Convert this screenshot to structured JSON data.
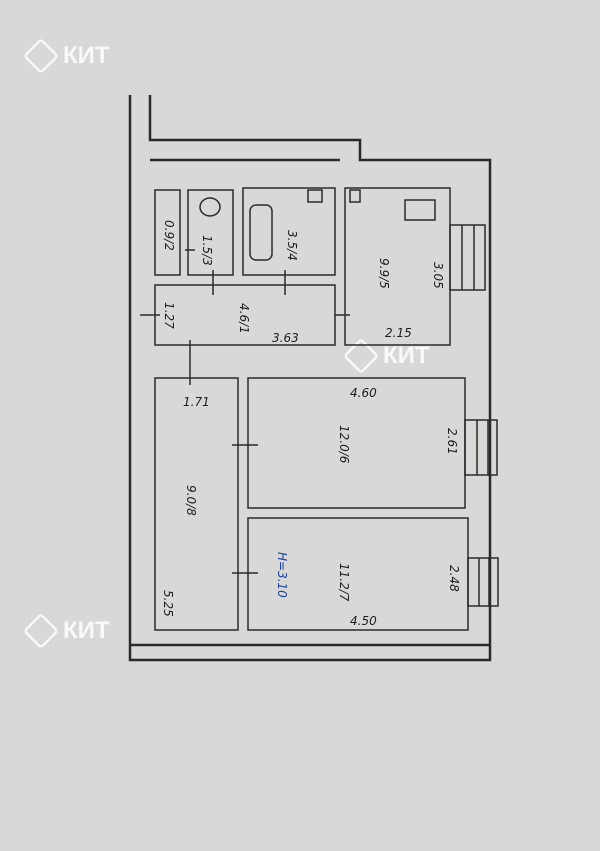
{
  "watermark": {
    "text": "КИТ"
  },
  "rooms": [
    {
      "number": "1",
      "area": "4.6"
    },
    {
      "number": "2",
      "area": "0.9"
    },
    {
      "number": "3",
      "area": "1.5"
    },
    {
      "number": "4",
      "area": "3.5"
    },
    {
      "number": "5",
      "area": "9.9"
    },
    {
      "number": "6",
      "area": "12.0"
    },
    {
      "number": "7",
      "area": "11.2"
    },
    {
      "number": "8",
      "area": "9.0"
    }
  ],
  "dimensions": {
    "corridor_width": "1.27",
    "corridor_length": "3.63",
    "kitchen_width": "2.15",
    "kitchen_length": "3.05",
    "hall_width": "1.71",
    "hall_length": "5.25",
    "room6_length": "4.60",
    "room6_width": "2.61",
    "room7_length": "4.50",
    "room7_width": "2.48"
  },
  "ceiling_height": "H=3.10"
}
